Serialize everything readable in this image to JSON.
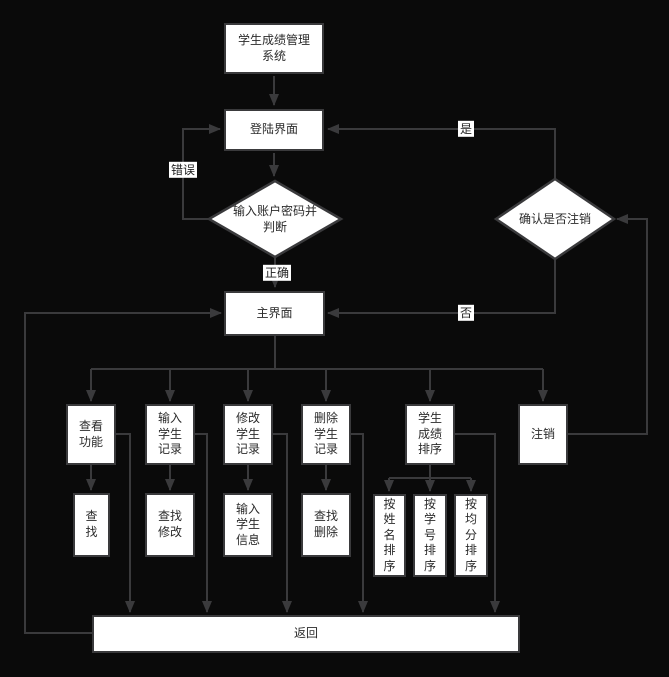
{
  "diagram": {
    "type": "flowchart",
    "colors": {
      "background": "#0a0a0a",
      "line": "#3a3a3c",
      "node_border": "#3a3a3c",
      "node_fill": "#ffffff",
      "text": "#2b2b2b"
    },
    "nodes": {
      "system": {
        "label": "学生成绩管理\n系统"
      },
      "login": {
        "label": "登陆界面"
      },
      "check": {
        "label": "输入账户密码并\n判断"
      },
      "main": {
        "label": "主界面"
      },
      "confirm_logout": {
        "label": "确认是否注销"
      },
      "view": {
        "label": "查看\n功能"
      },
      "input_record": {
        "label": "输入\n学生\n记录"
      },
      "modify_record": {
        "label": "修改\n学生\n记录"
      },
      "delete_record": {
        "label": "删除\n学生\n记录"
      },
      "sort": {
        "label": "学生\n成绩\n排序"
      },
      "logout": {
        "label": "注销"
      },
      "find": {
        "label": "查\n找"
      },
      "find_modify": {
        "label": "查找\n修改"
      },
      "input_info": {
        "label": "输入\n学生\n信息"
      },
      "find_delete": {
        "label": "查找\n删除"
      },
      "sort_name": {
        "label": "按\n姓\n名\n排\n序"
      },
      "sort_id": {
        "label": "按\n学\n号\n排\n序"
      },
      "sort_avg": {
        "label": "按\n均\n分\n排\n序"
      },
      "return": {
        "label": "返回"
      }
    },
    "edge_labels": {
      "error": "错误",
      "correct": "正确",
      "yes": "是",
      "no": "否"
    },
    "edges": [
      {
        "from": "system",
        "to": "login",
        "label": ""
      },
      {
        "from": "login",
        "to": "check",
        "label": ""
      },
      {
        "from": "check",
        "to": "login",
        "label": "错误"
      },
      {
        "from": "check",
        "to": "main",
        "label": "正确"
      },
      {
        "from": "confirm_logout",
        "to": "login",
        "label": "是"
      },
      {
        "from": "confirm_logout",
        "to": "main",
        "label": "否"
      },
      {
        "from": "main",
        "to": "view",
        "label": ""
      },
      {
        "from": "main",
        "to": "input_record",
        "label": ""
      },
      {
        "from": "main",
        "to": "modify_record",
        "label": ""
      },
      {
        "from": "main",
        "to": "delete_record",
        "label": ""
      },
      {
        "from": "main",
        "to": "sort",
        "label": ""
      },
      {
        "from": "main",
        "to": "logout",
        "label": ""
      },
      {
        "from": "view",
        "to": "find",
        "label": ""
      },
      {
        "from": "input_record",
        "to": "find_modify",
        "label": ""
      },
      {
        "from": "modify_record",
        "to": "input_info",
        "label": ""
      },
      {
        "from": "delete_record",
        "to": "find_delete",
        "label": ""
      },
      {
        "from": "sort",
        "to": "sort_name",
        "label": ""
      },
      {
        "from": "sort",
        "to": "sort_id",
        "label": ""
      },
      {
        "from": "sort",
        "to": "sort_avg",
        "label": ""
      },
      {
        "from": "view",
        "to": "return",
        "label": ""
      },
      {
        "from": "input_record",
        "to": "return",
        "label": ""
      },
      {
        "from": "modify_record",
        "to": "return",
        "label": ""
      },
      {
        "from": "delete_record",
        "to": "return",
        "label": ""
      },
      {
        "from": "sort",
        "to": "return",
        "label": ""
      },
      {
        "from": "logout",
        "to": "confirm_logout",
        "label": ""
      },
      {
        "from": "return",
        "to": "main",
        "label": ""
      }
    ]
  }
}
